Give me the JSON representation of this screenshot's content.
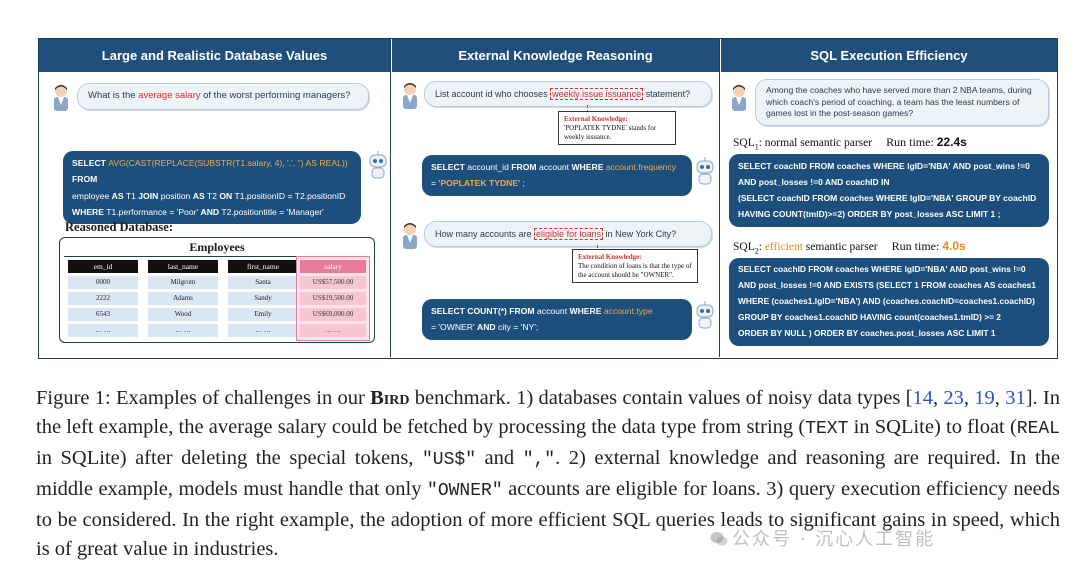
{
  "panels": {
    "left": {
      "header": "Large and Realistic Database Values",
      "question_pre": "What is the ",
      "question_hl": "average salary",
      "question_post": " of the worst performing managers?",
      "sql_l1_a": "SELECT ",
      "sql_l1_b": "AVG(CAST(REPLACE(SUBSTR(T1.salary, 4), ',', '') AS REAL))",
      "sql_l1_c": " FROM",
      "sql_l2_a": "employee ",
      "sql_l2_b": "AS",
      "sql_l2_c": " T1 ",
      "sql_l2_d": "JOIN",
      "sql_l2_e": " position ",
      "sql_l2_f": "AS",
      "sql_l2_g": " T2 ",
      "sql_l2_h": "ON",
      "sql_l2_i": " T1.positionID = T2.positionID",
      "sql_l3_a": "WHERE",
      "sql_l3_b": " T1.performance = 'Poor' ",
      "sql_l3_c": "AND",
      "sql_l3_d": " T2.positiontitle = 'Manager'",
      "reasoned_title": "Reasoned Database:",
      "table_title": "Employees",
      "columns": [
        "em_id",
        "last_name",
        "first_name",
        "salary"
      ],
      "rows": [
        [
          "0000",
          "Milgrom",
          "Santa",
          "US$57,500.00"
        ],
        [
          "2222",
          "Adams",
          "Sandy",
          "US$19,500.00"
        ],
        [
          "6543",
          "Wood",
          "Emily",
          "US$69,000.00"
        ],
        [
          "… …",
          "… …",
          "… …",
          "… …"
        ]
      ]
    },
    "mid": {
      "header": "External Knowledge Reasoning",
      "q1_pre": "List account id who chooses ",
      "q1_hl": "weekly issue issuance",
      "q1_post": " statement?",
      "k1_title": "External Knowledge:",
      "k1_text": "'POPLATEK TYDNE' stands for weekly issuance.",
      "sql1_a": "SELECT",
      "sql1_b": " account_id ",
      "sql1_c": "FROM",
      "sql1_d": " account ",
      "sql1_e": "WHERE",
      "sql1_f": " account.frequency",
      "sql1_g": "= ",
      "sql1_h": "'POPLATEK TYDNE'",
      "sql1_i": " ;",
      "q2_pre": "How many accounts are ",
      "q2_hl": "eligible for loans",
      "q2_post": " in New York City?",
      "k2_title": "External Knowledge:",
      "k2_text": "The condition of loans is that the type of the account should be \"OWNER\".",
      "sql2_a": "SELECT COUNT(*) FROM",
      "sql2_b": " account ",
      "sql2_c": "WHERE",
      "sql2_d": " account.type",
      "sql2_e": "= 'OWNER' ",
      "sql2_f": "AND",
      "sql2_g": " city = 'NY';"
    },
    "right": {
      "header": "SQL Execution Efficiency",
      "question": "Among the coaches who have served more than 2 NBA teams, during which coach's period of coaching, a team has the least numbers of games lost in the post-season games?",
      "sql1_label_pre": "SQL",
      "sql1_label_sub": "1",
      "sql1_label_post": ": normal semantic parser",
      "sql1_rt_label": "Run time: ",
      "sql1_rt_value": "22.4s",
      "sql1_lines": [
        "SELECT coachID FROM coaches WHERE lgID='NBA' AND post_wins !=0",
        "AND post_losses !=0 AND coachID IN",
        "(SELECT coachID FROM coaches WHERE lgID='NBA' GROUP BY coachID",
        "HAVING COUNT(tmID)>=2) ORDER BY post_losses ASC LIMIT 1 ;"
      ],
      "sql2_label_pre": "SQL",
      "sql2_label_sub": "2",
      "sql2_label_mid": ": ",
      "sql2_label_hl": "efficient",
      "sql2_label_post": " semantic parser",
      "sql2_rt_label": "Run time: ",
      "sql2_rt_value": "4.0s",
      "sql2_lines": [
        "SELECT coachID FROM coaches WHERE lgID='NBA' AND post_wins !=0",
        "AND post_losses !=0 AND EXISTS (SELECT 1 FROM coaches AS coaches1",
        "WHERE (coaches1.lgID='NBA') AND (coaches.coachID=coaches1.coachID)",
        "GROUP BY coaches1.coachID HAVING count(coaches1.tmID) >= 2",
        "ORDER BY NULL ) ORDER BY coaches.post_losses ASC LIMIT 1"
      ]
    }
  },
  "caption": {
    "p1": "Figure 1: Examples of challenges in our ",
    "bird": "Bird",
    "p2": " benchmark. 1) databases contain values of noisy data types [",
    "r1": "14",
    "r2": "23",
    "r3": "19",
    "r4": "31",
    "p3": "]. In the left example, the average salary could be fetched by processing the data type from string (",
    "m1": "TEXT",
    "p4": " in SQLite) to float (",
    "m2": "REAL",
    "p5": " in SQLite) after deleting the special tokens, ",
    "m3": "\"US$\"",
    "p6": " and ",
    "m4": "\",\"",
    "p7": ". 2) external knowledge and reasoning are required. In the middle example, models must handle that only ",
    "m5": "\"OWNER\"",
    "p8": " accounts are eligible for loans. 3) query execution efficiency needs to be considered. In the right example, the adoption of more efficient SQL queries leads to significant gains in speed, which is of great value in industries."
  },
  "watermark": "公众号 · 沉心人工智能",
  "colors": {
    "header_bg": "#1f4f7a",
    "sql_bg": "#1d4f7d",
    "highlight": "#d2332a",
    "efficient": "#e88a1a"
  }
}
